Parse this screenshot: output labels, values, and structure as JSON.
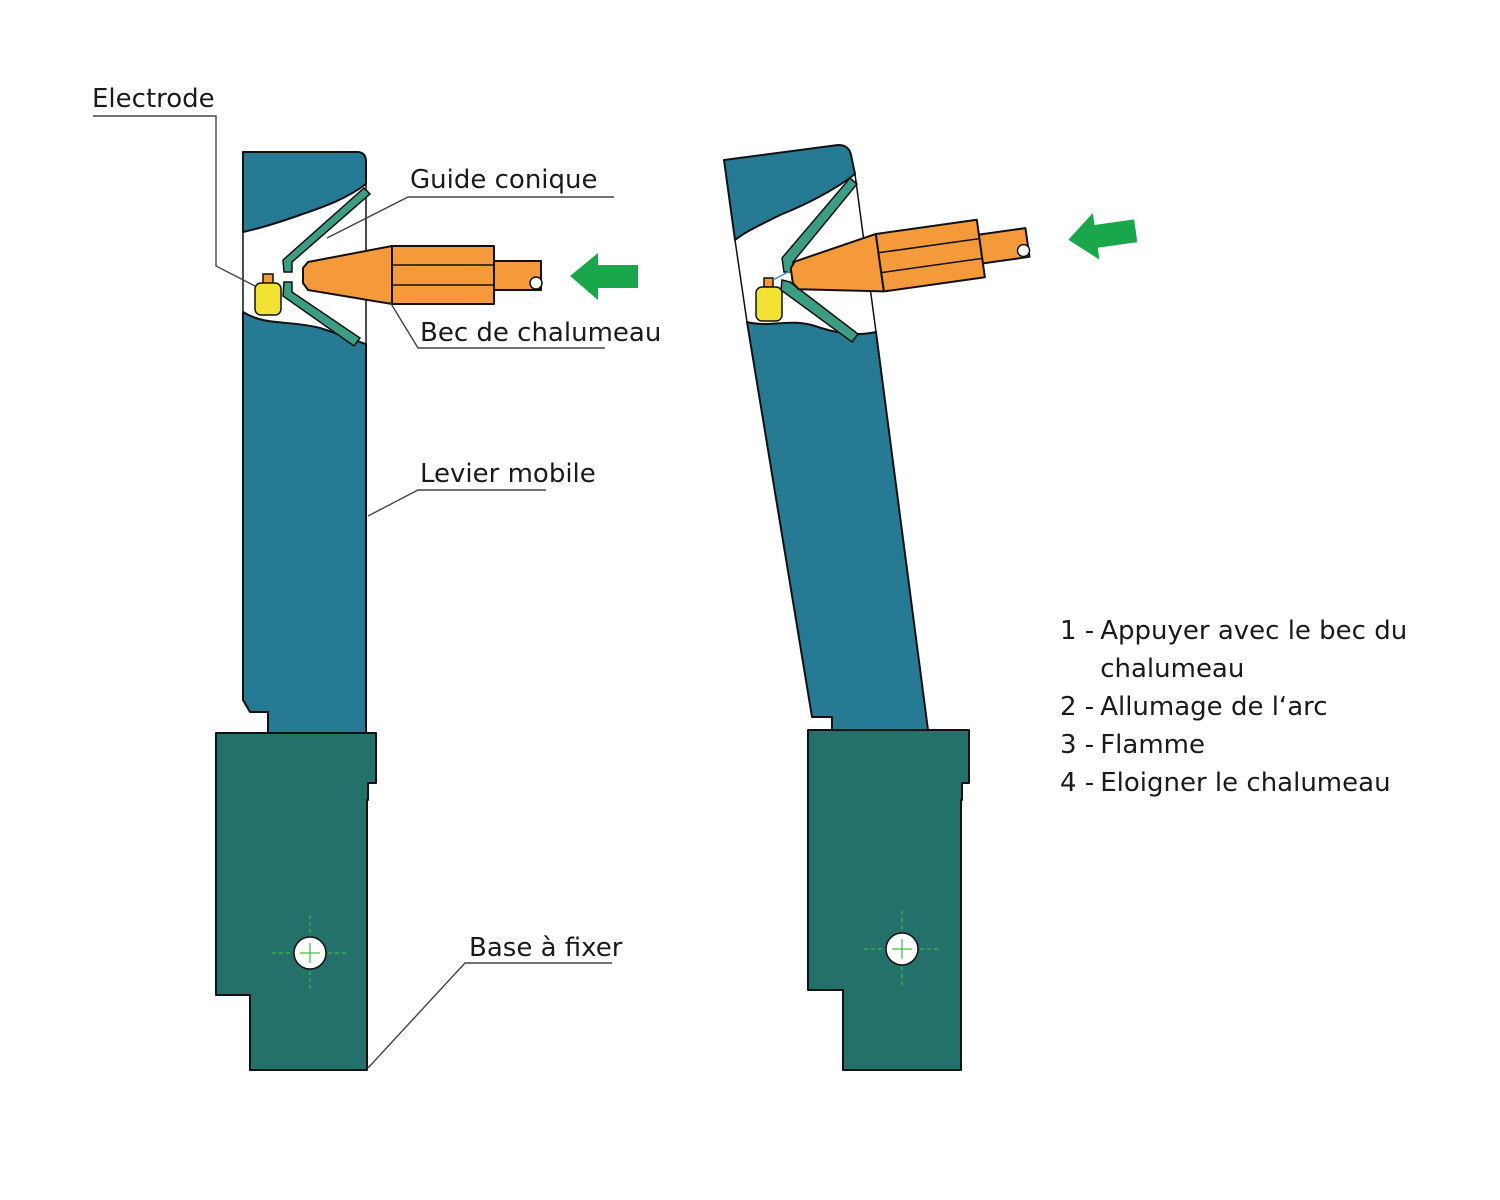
{
  "labels": {
    "electrode": "Electrode",
    "guide_conique": "Guide conique",
    "bec_de_chalumeau": "Bec de chalumeau",
    "levier_mobile": "Levier mobile",
    "base_a_fixer": "Base à fixer"
  },
  "steps": [
    {
      "num": "1 -",
      "text": "Appuyer avec le bec du chalumeau"
    },
    {
      "num": "2 -",
      "text": "Allumage de l‘arc"
    },
    {
      "num": "3 -",
      "text": "Flamme"
    },
    {
      "num": "4 -",
      "text": "Eloigner le chalumeau"
    }
  ],
  "colors": {
    "lever": "#267a94",
    "base": "#24706a",
    "torch": "#f49a3a",
    "electrode": "#f2e233",
    "guide": "#3c9c84",
    "arrow": "#1aa64a",
    "center_marks": "#3cc03c"
  }
}
